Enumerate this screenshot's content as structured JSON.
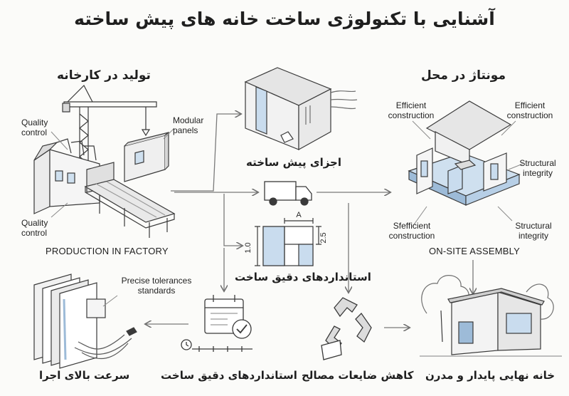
{
  "title": "آشنایی با تکنولوژی ساخت خانه های پیش ساخته",
  "sections": {
    "factory": "تولید در کارخانه",
    "onsite": "مونتاژ در محل"
  },
  "labels": {
    "prefab_parts": "اجزای پیش ساخته",
    "precise_standards_top": "استانداردهای دقیق ساخت",
    "precise_standards_bottom": "استانداردهای دقیق ساخت",
    "fast_execution": "سرعت بالای اجرا",
    "waste_reduction": "کاهش ضایعات مصالح",
    "final_home": "خانه نهایی پایدار و مدرن"
  },
  "english": {
    "quality_control_top": "Quality\ncontrol",
    "quality_control_bottom": "Quality\ncontrol",
    "modular_panels": "Modular\npanels",
    "production_in_factory": "PRODUCTION IN FACTORY",
    "on_site_assembly": "ON-SITE ASSEMBLY",
    "efficient_left": "Efficient\nconstruction",
    "efficient_right": "Efficient\nconstruction",
    "structural_right": "Structural\nintegrity",
    "efficient_bottom": "Sfefficient\nconstruction",
    "structural_bottom": "Structural\nintegrity",
    "precise_tolerances": "Precise tolerances\nstandards"
  },
  "dimensions": {
    "width_label": "A",
    "height_label": "2.5",
    "side_label": "1.0"
  },
  "colors": {
    "ink": "#2a2a2a",
    "line": "#6f6f6f",
    "accent_blue": "#c9dcee",
    "accent_blue_dark": "#9dbbd8",
    "background": "#fbfbf9"
  },
  "icons": [
    "factory-icon",
    "crane-icon",
    "conveyor-icon",
    "modular-panel-icon",
    "bathroom-pod-icon",
    "truck-icon",
    "blueprint-icon",
    "house-assembly-icon",
    "panel-stack-icon",
    "calendar-check-icon",
    "recycle-icon",
    "modern-house-icon"
  ]
}
